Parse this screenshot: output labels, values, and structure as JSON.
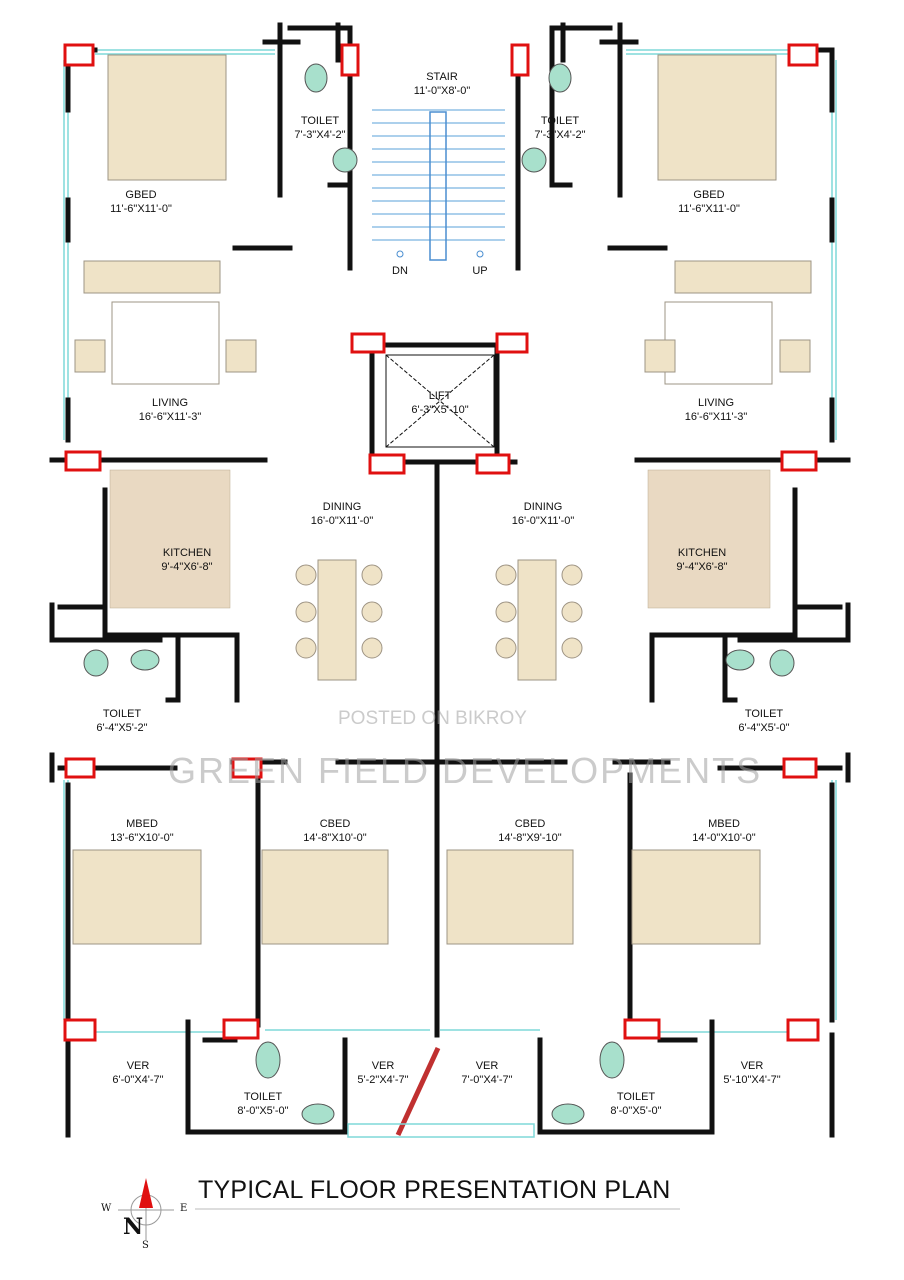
{
  "title": "TYPICAL FLOOR PRESENTATION PLAN",
  "watermark_1": "POSTED ON BIKROY",
  "watermark_2": "GREEN FIELD DEVELOPMENTS",
  "compass": {
    "n": "N",
    "s": "S",
    "e": "E",
    "w": "W"
  },
  "rooms": {
    "stair": {
      "name": "STAIR",
      "size": "11'-0\"X8'-0\""
    },
    "stair_dn": "DN",
    "stair_up": "UP",
    "lift": {
      "name": "LIFT",
      "size": "6'-3\"X5'-10\""
    },
    "toilet_tl": {
      "name": "TOILET",
      "size": "7'-3\"X4'-2\""
    },
    "toilet_tr": {
      "name": "TOILET",
      "size": "7'-3\"X4'-2\""
    },
    "gbed_l": {
      "name": "GBED",
      "size": "11'-6\"X11'-0\""
    },
    "gbed_r": {
      "name": "GBED",
      "size": "11'-6\"X11'-0\""
    },
    "living_l": {
      "name": "LIVING",
      "size": "16'-6\"X11'-3\""
    },
    "living_r": {
      "name": "LIVING",
      "size": "16'-6\"X11'-3\""
    },
    "dining_l": {
      "name": "DINING",
      "size": "16'-0\"X11'-0\""
    },
    "dining_r": {
      "name": "DINING",
      "size": "16'-0\"X11'-0\""
    },
    "kitchen_l": {
      "name": "KITCHEN",
      "size": "9'-4\"X6'-8\""
    },
    "kitchen_r": {
      "name": "KITCHEN",
      "size": "9'-4\"X6'-8\""
    },
    "toilet_ml": {
      "name": "TOILET",
      "size": "6'-4\"X5'-2\""
    },
    "toilet_mr": {
      "name": "TOILET",
      "size": "6'-4\"X5'-0\""
    },
    "mbed_l": {
      "name": "MBED",
      "size": "13'-6\"X10'-0\""
    },
    "cbed_l": {
      "name": "CBED",
      "size": "14'-8\"X10'-0\""
    },
    "cbed_r": {
      "name": "CBED",
      "size": "14'-8\"X9'-10\""
    },
    "mbed_r": {
      "name": "MBED",
      "size": "14'-0\"X10'-0\""
    },
    "ver_1": {
      "name": "VER",
      "size": "6'-0\"X4'-7\""
    },
    "ver_2": {
      "name": "VER",
      "size": "5'-2\"X4'-7\""
    },
    "ver_3": {
      "name": "VER",
      "size": "7'-0\"X4'-7\""
    },
    "ver_4": {
      "name": "VER",
      "size": "5'-10\"X4'-7\""
    },
    "toilet_bl": {
      "name": "TOILET",
      "size": "8'-0\"X5'-0\""
    },
    "toilet_br": {
      "name": "TOILET",
      "size": "8'-0\"X5'-0\""
    }
  },
  "colors": {
    "wall": "#111111",
    "column": "#e01010",
    "glass": "#7fd8d8",
    "furniture": "#efe3c7",
    "tile": "#e9d9c2",
    "sanitary": "#a8e0cc"
  }
}
